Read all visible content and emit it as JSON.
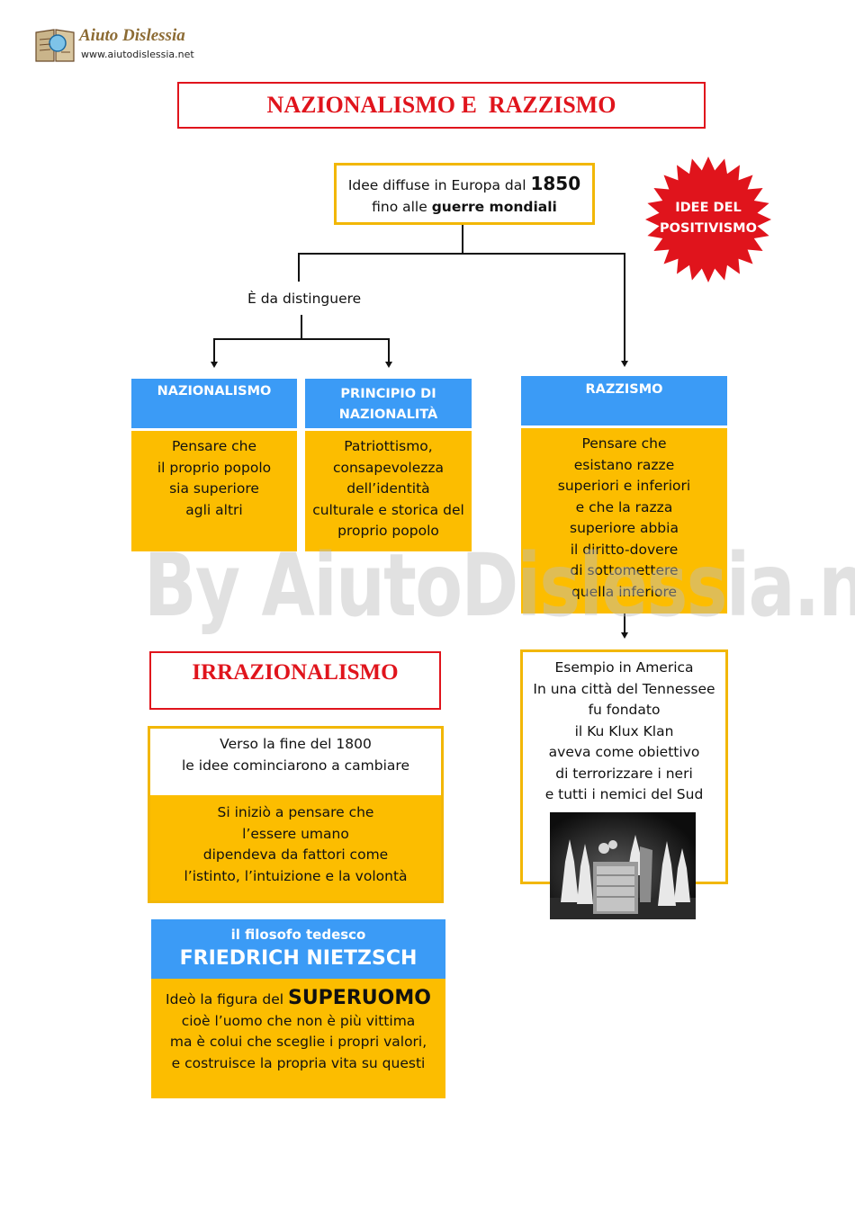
{
  "logo": {
    "name": "Aiuto Dislessia",
    "url": "www.aiutodislessia.net"
  },
  "title": "NAZIONALISMO E  RAZZISMO",
  "root": {
    "text_before": "Idee diffuse in Europa dal ",
    "year": "1850",
    "text_line2_before": "fino alle ",
    "text_line2_bold": "guerre mondiali"
  },
  "starburst": {
    "line1": "IDEE DEL",
    "line2": "POSITIVISMO"
  },
  "distinguish_label": "È da distinguere",
  "nazionalismo": {
    "header": "NAZIONALISMO",
    "lines": [
      "Pensare che",
      "il proprio popolo",
      "sia superiore",
      "agli altri"
    ]
  },
  "principio": {
    "header_line1": "PRINCIPIO DI",
    "header_line2": "NAZIONALITÀ",
    "lines": [
      "Patriottismo,",
      "consapevolezza",
      "dell’identità",
      "culturale e storica del",
      "proprio popolo"
    ]
  },
  "razzismo": {
    "header": "RAZZISMO",
    "lines": [
      "Pensare che",
      "esistano razze",
      "superiori e inferiori",
      "e che la razza",
      "superiore abbia",
      "il diritto-dovere",
      "di sottomettere",
      "quella inferiore"
    ]
  },
  "example": {
    "lines": [
      "Esempio in America",
      "In una città del Tennessee",
      "fu fondato",
      "il Ku Klux Klan",
      "aveva come obiettivo",
      "di terrorizzare i neri",
      "e tutti i nemici del Sud"
    ]
  },
  "irrazionalismo": {
    "title": "IRRAZIONALISMO",
    "intro_lines": [
      "Verso la fine del 1800",
      "le idee cominciarono a cambiare"
    ],
    "body_lines": [
      "Si iniziò a pensare che",
      "l’essere umano",
      "dipendeva da fattori come",
      "l’istinto, l’intuizione e la volontà"
    ]
  },
  "nietzsche": {
    "subtitle": "il filosofo tedesco",
    "name": "FRIEDRICH NIETZSCH",
    "line1_before": "Ideò la figura del ",
    "line1_bold": "SUPERUOMO",
    "lines": [
      "cioè l’uomo che non è più vittima",
      "ma è colui che sceglie i propri valori,",
      "e costruisce la propria vita su questi"
    ]
  },
  "watermark": "By AiutoDislessia.net",
  "colors": {
    "red": "#e0141c",
    "yellow": "#fcbd00",
    "blue": "#3b9bf6",
    "gold_border": "#f2b705"
  }
}
